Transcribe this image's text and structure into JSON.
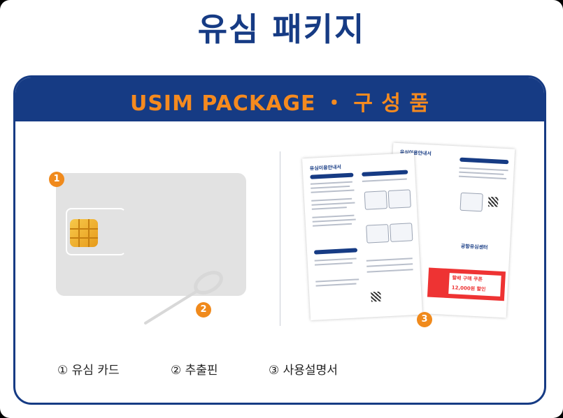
{
  "title": "유심 패키지",
  "card": {
    "header": "USIM PACKAGE ・ 구 성 품"
  },
  "items": [
    {
      "number": "1",
      "caption": "① 유심 카드"
    },
    {
      "number": "2",
      "caption": "② 추출핀"
    },
    {
      "number": "3",
      "caption": "③ 사용설명서"
    }
  ],
  "manual": {
    "front_title": "유심이용안내서",
    "back_title": "유심이용안내서",
    "brand": "공항유심센터",
    "coupon_label": "할배 구매 쿠폰",
    "coupon_value": "12,000원 할인"
  },
  "colors": {
    "navy": "#163b84",
    "orange": "#f58a1f",
    "badge": "#f08a1c",
    "coupon_red": "#e33333"
  }
}
